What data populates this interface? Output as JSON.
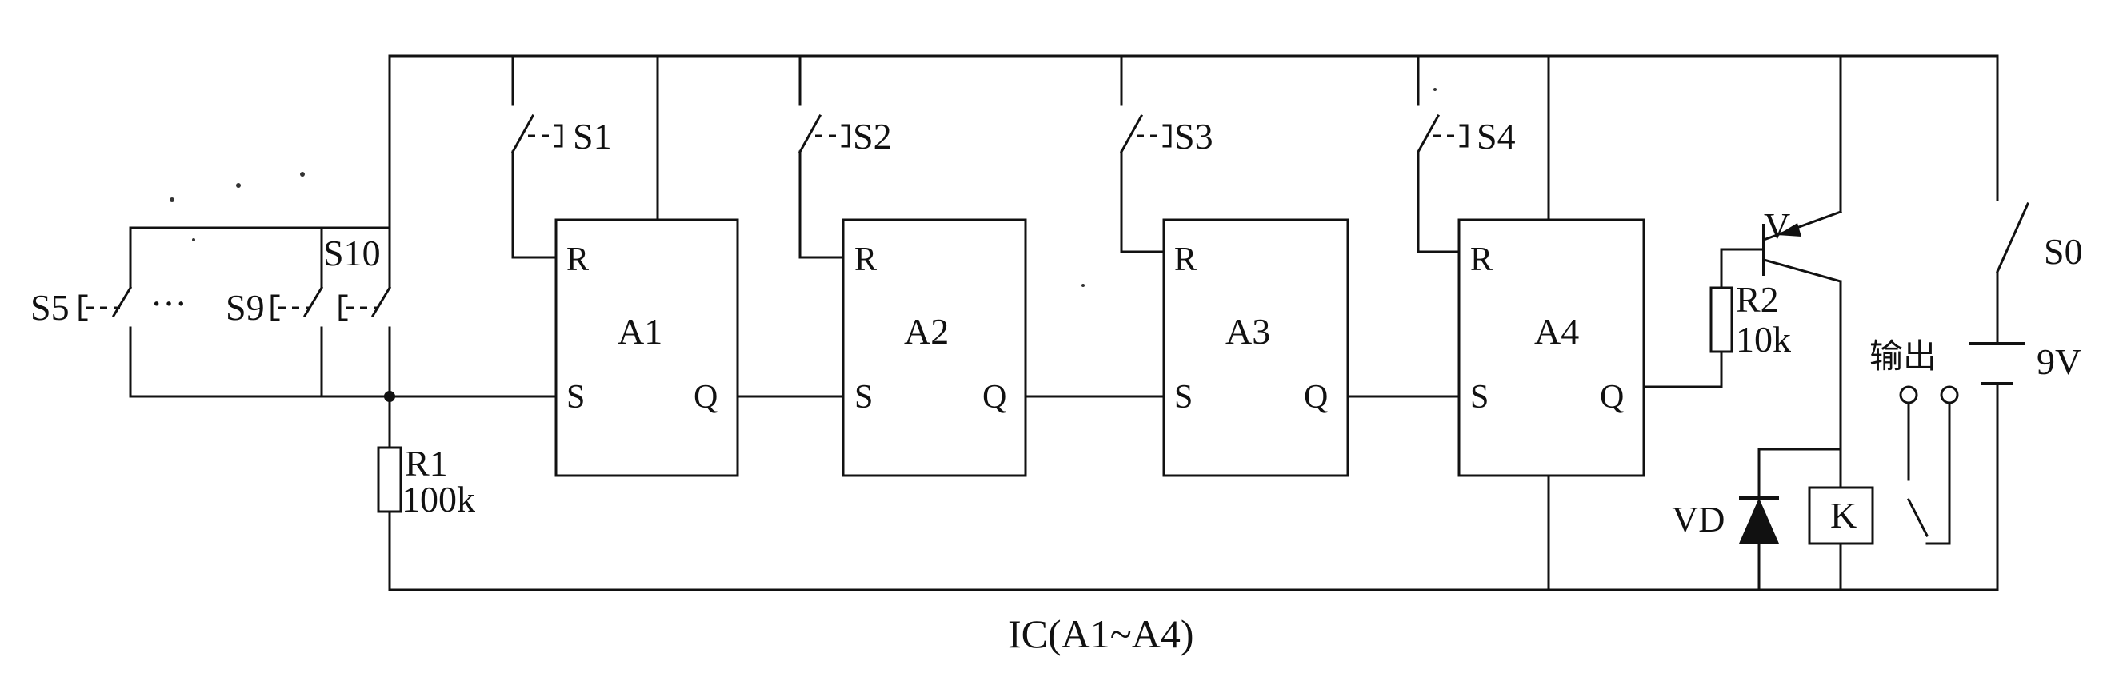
{
  "diagram": {
    "caption": "IC(A1~A4)",
    "flipflops": [
      {
        "name": "A1",
        "reset_pin": "R",
        "set_pin": "S",
        "output_pin": "Q"
      },
      {
        "name": "A2",
        "reset_pin": "R",
        "set_pin": "S",
        "output_pin": "Q"
      },
      {
        "name": "A3",
        "reset_pin": "R",
        "set_pin": "S",
        "output_pin": "Q"
      },
      {
        "name": "A4",
        "reset_pin": "R",
        "set_pin": "S",
        "output_pin": "Q"
      }
    ],
    "reset_switches": [
      "S1",
      "S2",
      "S3",
      "S4"
    ],
    "input_switches": {
      "first": "S5",
      "ellipsis": "···",
      "ninth": "S9",
      "tenth": "S10"
    },
    "resistors": [
      {
        "name": "R1",
        "value": "100k"
      },
      {
        "name": "R2",
        "value": "10k"
      }
    ],
    "transistor": "V",
    "diode": "VD",
    "relay": "K",
    "output_label": "输出",
    "power_switch": "S0",
    "battery": "9V"
  }
}
